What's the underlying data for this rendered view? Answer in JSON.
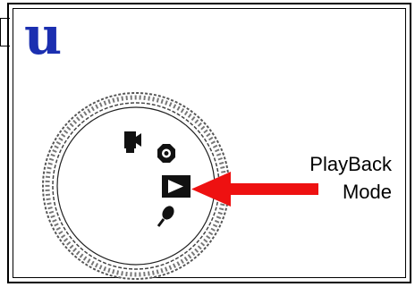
{
  "logo_text": "u",
  "callout": {
    "line1": "PlayBack",
    "line2": "Mode"
  },
  "dial": {
    "mode_icons": [
      "movie-camera-icon",
      "camera-icon",
      "playback-icon",
      "microphone-icon"
    ],
    "selected_mode": "playback-icon"
  },
  "colors": {
    "logo": "#1b2fb0",
    "arrow": "#ee1111"
  }
}
